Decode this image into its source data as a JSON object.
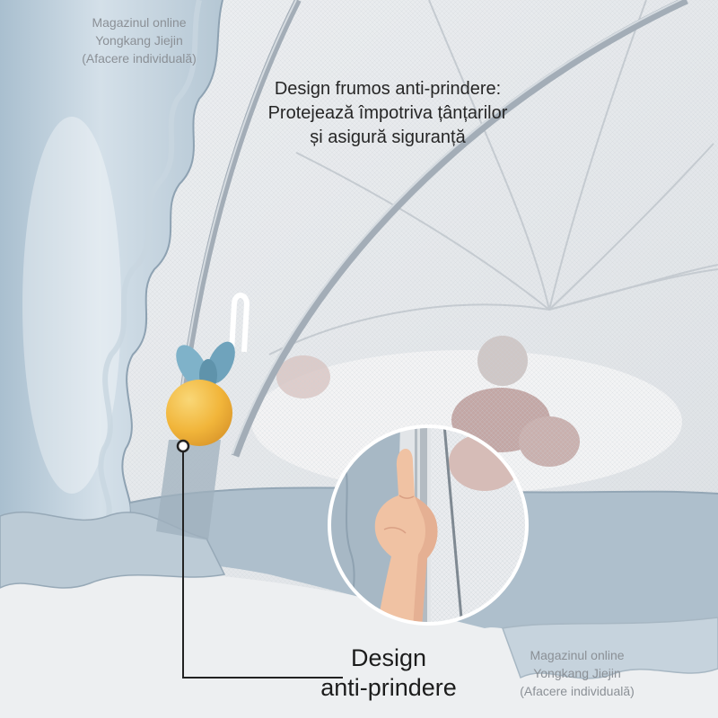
{
  "watermark_top": {
    "lines": [
      "Magazinul online",
      "Yongkang Jiejin",
      "(Afacere individuală)"
    ]
  },
  "headline": {
    "lines": [
      "Design frumos anti-prindere:",
      "Protejează împotriva țânțarilor",
      "și asigură siguranță"
    ]
  },
  "callout": {
    "lines": [
      "Design",
      "anti-prindere"
    ]
  },
  "watermark_bottom": {
    "lines": [
      "Magazinul online",
      "Yongkang Jiejin",
      "(Afacere individuală)"
    ]
  },
  "colors": {
    "fabric_band": "#aebfcc",
    "pole": "#a3adb7",
    "toy_leaf": "#7fb2c9",
    "skin": "#f0c2a3",
    "leader_line": "#222222"
  }
}
